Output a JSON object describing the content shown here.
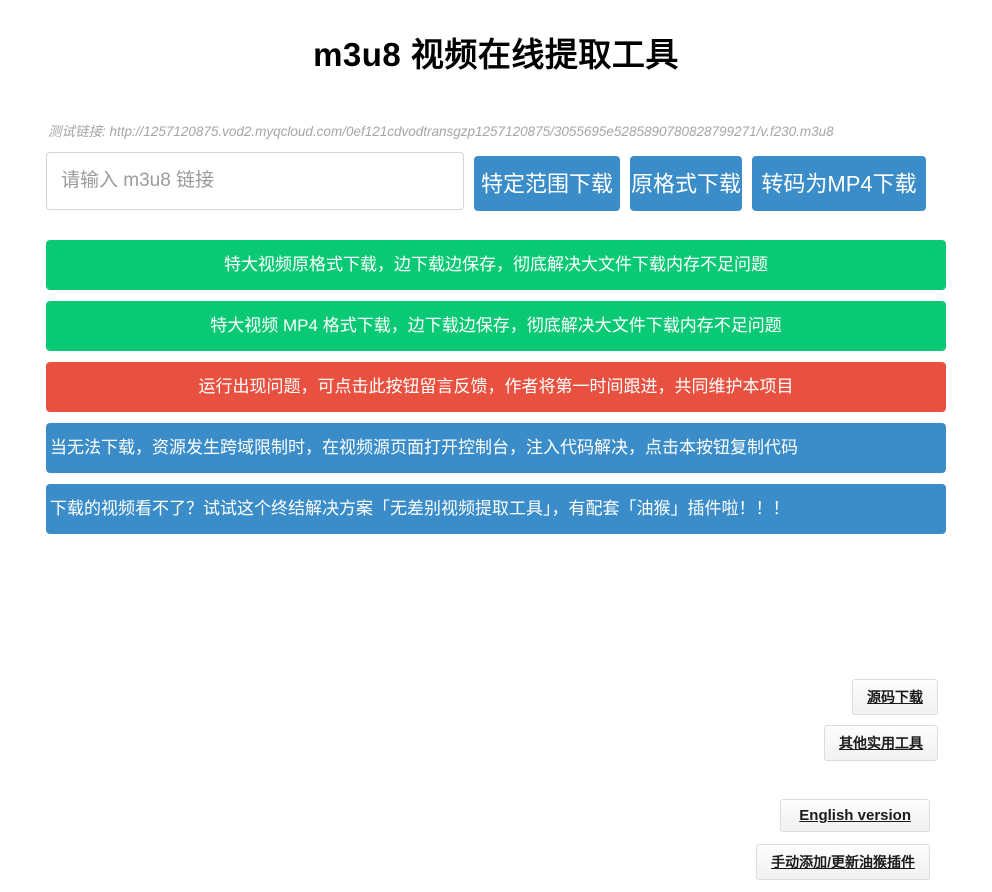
{
  "page": {
    "title": "m3u8 视频在线提取工具"
  },
  "test_link": {
    "label": "测试链接:",
    "url": "http://1257120875.vod2.myqcloud.com/0ef121cdvodtransgzp1257120875/3055695e5285890780828799271/v.f230.m3u8"
  },
  "input": {
    "placeholder": "请输入 m3u8 链接",
    "value": ""
  },
  "action_buttons": [
    {
      "label": "特定范围下载",
      "color": "#3b8dc9"
    },
    {
      "label": "原格式下载",
      "color": "#3b8dc9"
    },
    {
      "label": "转码为MP4下载",
      "color": "#3b8dc9"
    }
  ],
  "banners": [
    {
      "label": "特大视频原格式下载，边下载边保存，彻底解决大文件下载内存不足问题",
      "color": "#0ac974"
    },
    {
      "label": "特大视频 MP4 格式下载，边下载边保存，彻底解决大文件下载内存不足问题",
      "color": "#0ac974"
    },
    {
      "label": "运行出现问题，可点击此按钮留言反馈，作者将第一时间跟进，共同维护本项目",
      "color": "#e8513f"
    },
    {
      "label": "当无法下载，资源发生跨域限制时，在视频源页面打开控制台，注入代码解决，点击本按钮复制代码",
      "color": "#3b8dc9"
    },
    {
      "label": "下载的视频看不了？试试这个终结解决方案「无差别视频提取工具」，有配套「油猴」插件啦！！！",
      "color": "#3b8dc9"
    }
  ],
  "footer": {
    "group_1": [
      {
        "label": "源码下载"
      },
      {
        "label": "其他实用工具"
      }
    ],
    "group_2": [
      {
        "label": "English version"
      },
      {
        "label": "手动添加/更新油猴插件"
      }
    ]
  }
}
